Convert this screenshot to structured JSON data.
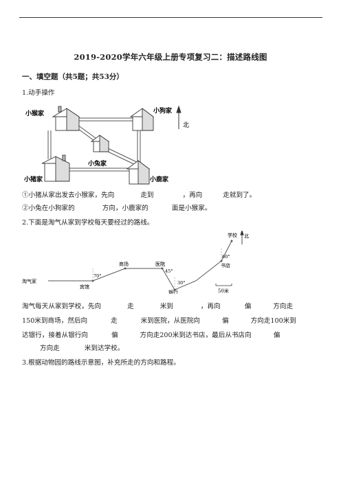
{
  "title": "2019-2020学年六年级上册专项复习二：描述路线图",
  "section": "一、填空题（共5题；共53分）",
  "q1": {
    "label": "1.动手操作",
    "houses": {
      "monkey": "小猴家",
      "dog": "小狗家",
      "rabbit": "小兔家",
      "pig": "小猪家",
      "deer": "小鹿家"
    },
    "north": "北",
    "line1": [
      "①小猪从家出发去小猴家，先向",
      "走到",
      "，再向",
      "走就到了。"
    ],
    "line2": [
      "②小兔在小狗家的",
      "方向，小鹿家的",
      "面是小猴家。"
    ]
  },
  "q2": {
    "label": "2.下面是淘气从家到学校每天要经过的路线。",
    "map": {
      "home": "淘气家",
      "hotel": "宾馆",
      "mall": "商场",
      "hospital": "医院",
      "bank": "银行",
      "bookstore": "书店",
      "school": "学校",
      "north": "北",
      "scale": "50米",
      "angles": [
        "70°",
        "45°",
        "30°",
        "60°"
      ]
    },
    "line1": [
      "淘气每天从家到学校，先向",
      "走",
      "米到",
      "，再向",
      "偏",
      "方向走"
    ],
    "line2": [
      "150米到商场，然后向",
      "走",
      "米到医院，从医院向",
      "偏",
      "方向走100米到"
    ],
    "line3": [
      "达银行，接着从银行向",
      "偏",
      "方向走200米到达书店，最后从书店向",
      "偏"
    ],
    "line4": [
      "方向走",
      "米到达学校。"
    ]
  },
  "q3": {
    "label": "3.根据动物园的路线示意图，补充所走的方向和路程。"
  }
}
